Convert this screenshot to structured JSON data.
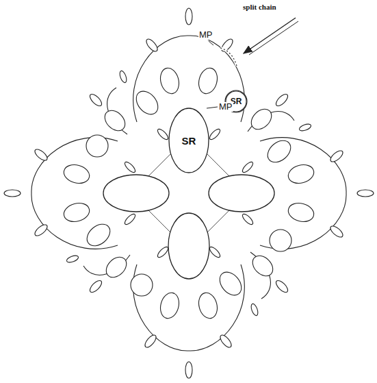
{
  "diagram": {
    "nodes": [
      {
        "text": [
          "SR"
        ]
      },
      {
        "text": [
          "SR"
        ]
      }
    ],
    "labels": [
      "split chain",
      "MP",
      "MP"
    ]
  }
}
